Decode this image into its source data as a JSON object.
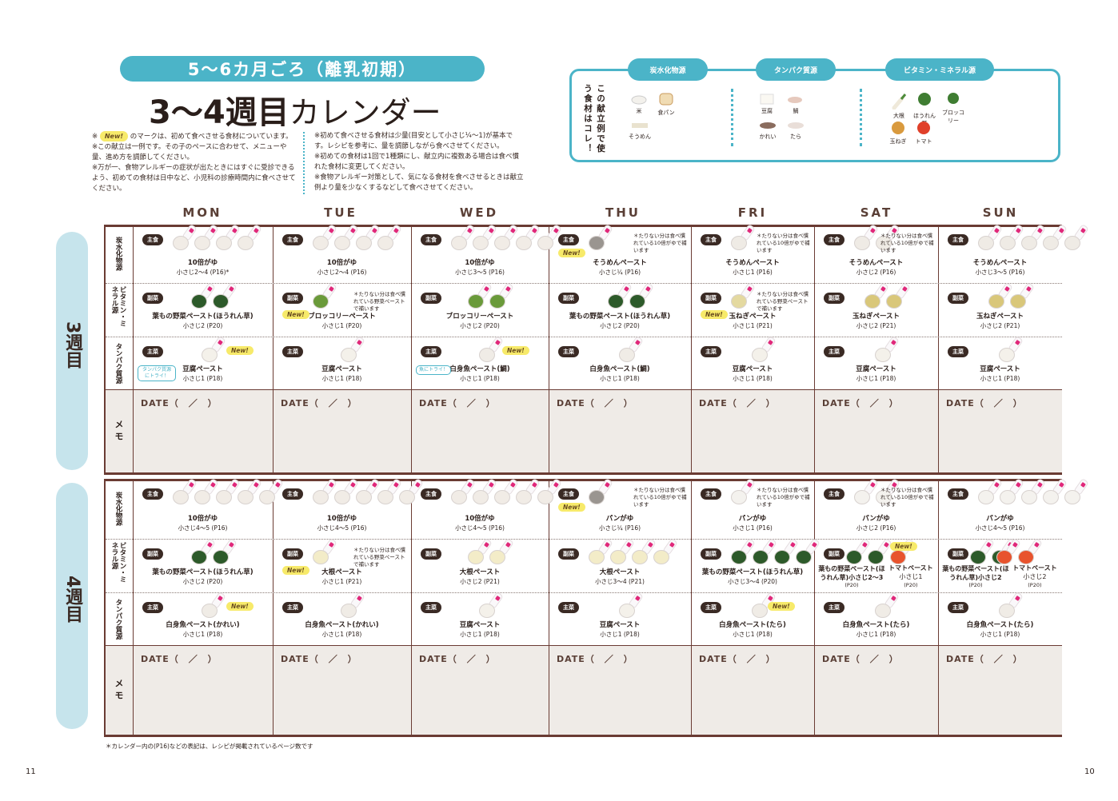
{
  "header": {
    "banner": "5〜6カ月ごろ（離乳初期）",
    "title_bold": "3〜4週目",
    "title_thin": "カレンダー"
  },
  "notes_left": [
    "※ New! のマークは、初めて食べさせる食材についています。",
    "※この献立は一例です。その子のペースに合わせて、メニューや量、進め方を調節してください。",
    "※万が一、食物アレルギーの症状が出たときにはすぐに受診できるよう、初めての食材は日中など、小児科の診療時間内に食べさせてください。"
  ],
  "notes_right": [
    "※初めて食べさせる食材は少量(目安として小さじ¼〜1)が基本です。レシピを参考に、量を調節しながら食べさせてください。",
    "※初めての食材は1回で1種類にし、献立内に複数ある場合は食べ慣れた食材に変更してください。",
    "※食物アレルギー対策として、気になる食材を食べさせるときは献立例より量を少なくするなどして食べさせてください。"
  ],
  "new_label": "New!",
  "legend": {
    "vertical_title": "この献立例で使う食材はコレ！",
    "groups": [
      {
        "title": "炭水化物源",
        "items": [
          "米",
          "食パン",
          "そうめん"
        ]
      },
      {
        "title": "タンパク質源",
        "items": [
          "豆腐",
          "鯛",
          "かれい",
          "たら"
        ]
      },
      {
        "title": "ビタミン・ミネラル源",
        "items": [
          "大根",
          "ほうれん草",
          "ブロッコリー",
          "玉ねぎ",
          "トマト"
        ]
      }
    ]
  },
  "days": [
    "MON",
    "TUE",
    "WED",
    "THU",
    "FRI",
    "SAT",
    "SUN"
  ],
  "row_labels": {
    "carb": "炭水化物源",
    "vit": "ビタミン・ミネラル源",
    "prot": "タンパク質源",
    "memo": "メモ"
  },
  "tags": {
    "main": "主食",
    "side": "副菜",
    "entree": "主菜"
  },
  "date_label": "DATE（　／　）",
  "colors": {
    "accent": "#4bb4c8",
    "weektab": "#c6e4ec",
    "border": "#6a3b33",
    "memo_bg": "#efebe7",
    "new_yellow": "#f7ea6a",
    "spoon_magenta": "#e0287a"
  },
  "weeks": [
    {
      "label": "3週目",
      "days": [
        {
          "carb": {
            "name": "10倍がゆ",
            "amount": "小さじ2〜4 (P16)*",
            "spoons": 4,
            "color": "#f1ece6"
          },
          "vit": {
            "name": "葉もの野菜ペースト(ほうれん草)",
            "amount": "小さじ2 (P20)",
            "spoons": 2,
            "color": "#2d5a2a"
          },
          "prot": {
            "name": "豆腐ペースト",
            "amount": "小さじ1 (P18)",
            "spoons": 1,
            "color": "#f4f1ea",
            "new": true,
            "bubble": "タンパク質源にトライ！"
          }
        },
        {
          "carb": {
            "name": "10倍がゆ",
            "amount": "小さじ2〜4 (P16)",
            "spoons": 4,
            "color": "#f1ece6"
          },
          "vit": {
            "name": "ブロッコリーペースト",
            "amount": "小さじ1 (P20)",
            "spoons": 1,
            "color": "#6a9a3a",
            "new": true,
            "note": "＊たりない分は食べ慣れている野菜ペーストで補います"
          },
          "prot": {
            "name": "豆腐ペースト",
            "amount": "小さじ1 (P18)",
            "spoons": 1,
            "color": "#f4f1ea"
          }
        },
        {
          "carb": {
            "name": "10倍がゆ",
            "amount": "小さじ3〜5 (P16)",
            "spoons": 5,
            "color": "#f1ece6"
          },
          "vit": {
            "name": "ブロッコリーペースト",
            "amount": "小さじ2 (P20)",
            "spoons": 2,
            "color": "#6a9a3a"
          },
          "prot": {
            "name": "白身魚ペースト(鯛)",
            "amount": "小さじ1 (P18)",
            "spoons": 1,
            "color": "#f0ece6",
            "new": true,
            "bubble": "魚にトライ！"
          }
        },
        {
          "carb": {
            "name": "そうめんペースト",
            "amount": "小さじ¼ (P16)",
            "spoons": 1,
            "color": "#9a9590",
            "new": true,
            "note": "＊たりない分は食べ慣れている10倍がゆで補います"
          },
          "vit": {
            "name": "葉もの野菜ペースト(ほうれん草)",
            "amount": "小さじ2 (P20)",
            "spoons": 2,
            "color": "#2d5a2a"
          },
          "prot": {
            "name": "白身魚ペースト(鯛)",
            "amount": "小さじ1 (P18)",
            "spoons": 1,
            "color": "#f0ece6"
          }
        },
        {
          "carb": {
            "name": "そうめんペースト",
            "amount": "小さじ1 (P16)",
            "spoons": 1,
            "color": "#efebe5",
            "note": "＊たりない分は食べ慣れている10倍がゆで補います"
          },
          "vit": {
            "name": "玉ねぎペースト",
            "amount": "小さじ1 (P21)",
            "spoons": 1,
            "color": "#e4d9a0",
            "new": true,
            "note": "＊たりない分は食べ慣れている野菜ペーストで補います"
          },
          "prot": {
            "name": "豆腐ペースト",
            "amount": "小さじ1 (P18)",
            "spoons": 1,
            "color": "#f4f1ea"
          }
        },
        {
          "carb": {
            "name": "そうめんペースト",
            "amount": "小さじ2 (P16)",
            "spoons": 2,
            "color": "#efebe5",
            "note": "＊たりない分は食べ慣れている10倍がゆで補います"
          },
          "vit": {
            "name": "玉ねぎペースト",
            "amount": "小さじ2 (P21)",
            "spoons": 2,
            "color": "#d9c77a"
          },
          "prot": {
            "name": "豆腐ペースト",
            "amount": "小さじ1 (P18)",
            "spoons": 1,
            "color": "#f4f1ea"
          }
        },
        {
          "carb": {
            "name": "そうめんペースト",
            "amount": "小さじ3〜5 (P16)",
            "spoons": 5,
            "color": "#efebe5"
          },
          "vit": {
            "name": "玉ねぎペースト",
            "amount": "小さじ2 (P21)",
            "spoons": 2,
            "color": "#d9c77a"
          },
          "prot": {
            "name": "豆腐ペースト",
            "amount": "小さじ1 (P18)",
            "spoons": 1,
            "color": "#f4f1ea"
          }
        }
      ]
    },
    {
      "label": "4週目",
      "days": [
        {
          "carb": {
            "name": "10倍がゆ",
            "amount": "小さじ4〜5 (P16)",
            "spoons": 5,
            "color": "#f1ece6"
          },
          "vit": {
            "name": "葉もの野菜ペースト(ほうれん草)",
            "amount": "小さじ2 (P20)",
            "spoons": 2,
            "color": "#2d5a2a"
          },
          "prot": {
            "name": "白身魚ペースト(かれい)",
            "amount": "小さじ1 (P18)",
            "spoons": 1,
            "color": "#f0ece6",
            "new": true
          }
        },
        {
          "carb": {
            "name": "10倍がゆ",
            "amount": "小さじ4〜5 (P16)",
            "spoons": 5,
            "color": "#f1ece6"
          },
          "vit": {
            "name": "大根ペースト",
            "amount": "小さじ1 (P21)",
            "spoons": 1,
            "color": "#f3ecc8",
            "new": true,
            "note": "＊たりない分は食べ慣れている野菜ペーストで補います"
          },
          "prot": {
            "name": "白身魚ペースト(かれい)",
            "amount": "小さじ1 (P18)",
            "spoons": 1,
            "color": "#f0ece6"
          }
        },
        {
          "carb": {
            "name": "10倍がゆ",
            "amount": "小さじ4〜5 (P16)",
            "spoons": 5,
            "color": "#f1ece6"
          },
          "vit": {
            "name": "大根ペースト",
            "amount": "小さじ2 (P21)",
            "spoons": 2,
            "color": "#f3ecc8"
          },
          "prot": {
            "name": "豆腐ペースト",
            "amount": "小さじ1 (P18)",
            "spoons": 1,
            "color": "#f4f1ea"
          }
        },
        {
          "carb": {
            "name": "パンがゆ",
            "amount": "小さじ¼ (P16)",
            "spoons": 1,
            "color": "#9a9590",
            "new": true,
            "note": "＊たりない分は食べ慣れている10倍がゆで補います"
          },
          "vit": {
            "name": "大根ペースト",
            "amount": "小さじ3〜4 (P21)",
            "spoons": 4,
            "color": "#f3ecc8"
          },
          "prot": {
            "name": "豆腐ペースト",
            "amount": "小さじ1 (P18)",
            "spoons": 1,
            "color": "#f4f1ea"
          }
        },
        {
          "carb": {
            "name": "パンがゆ",
            "amount": "小さじ1 (P16)",
            "spoons": 1,
            "color": "#f4f2ee",
            "note": "＊たりない分は食べ慣れている10倍がゆで補います"
          },
          "vit": {
            "name": "葉もの野菜ペースト(ほうれん草)",
            "amount": "小さじ3〜4 (P20)",
            "spoons": 4,
            "color": "#2d5a2a"
          },
          "prot": {
            "name": "白身魚ペースト(たら)",
            "amount": "小さじ1 (P18)",
            "spoons": 1,
            "color": "#f0ece6",
            "new": true
          }
        },
        {
          "carb": {
            "name": "パンがゆ",
            "amount": "小さじ2 (P16)",
            "spoons": 2,
            "color": "#f4f2ee",
            "note": "＊たりない分は食べ慣れている10倍がゆで補います"
          },
          "vit": {
            "name": "葉もの野菜ペースト(ほうれん草)小さじ2〜3",
            "amount": "(P20)",
            "spoons": 2,
            "color": "#2d5a2a",
            "new": true,
            "extra_name": "トマトペースト",
            "extra_amount": "小さじ1",
            "extra_page": "(P20)",
            "extra_color": "#e8532d",
            "extra_spoons": 1
          },
          "prot": {
            "name": "白身魚ペースト(たら)",
            "amount": "小さじ1 (P18)",
            "spoons": 1,
            "color": "#f0ece6"
          }
        },
        {
          "carb": {
            "name": "パンがゆ",
            "amount": "小さじ4〜5 (P16)",
            "spoons": 5,
            "color": "#f4f2ee"
          },
          "vit": {
            "name": "葉もの野菜ペースト(ほうれん草)小さじ2",
            "amount": "(P20)",
            "spoons": 2,
            "color": "#2d5a2a",
            "extra_name": "トマトペースト",
            "extra_amount": "小さじ2",
            "extra_page": "(P20)",
            "extra_color": "#e8532d",
            "extra_spoons": 2
          },
          "prot": {
            "name": "白身魚ペースト(たら)",
            "amount": "小さじ1 (P18)",
            "spoons": 1,
            "color": "#f0ece6"
          }
        }
      ]
    }
  ],
  "footnote": "＊カレンダー内の(P16)などの表記は、レシピが掲載されているページ数です",
  "page_left": "11",
  "page_right": "10"
}
